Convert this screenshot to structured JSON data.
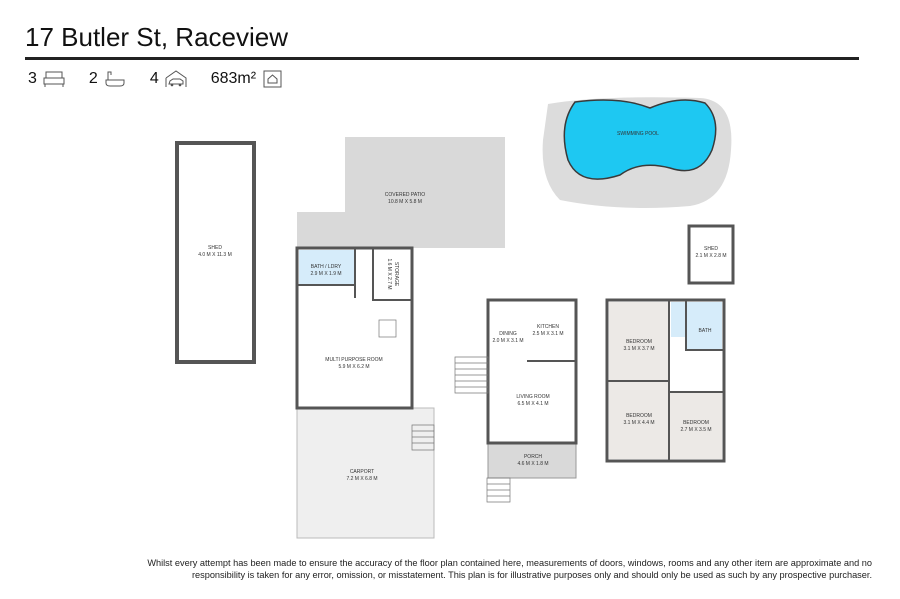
{
  "title": "17 Butler St, Raceview",
  "stats": {
    "bedrooms": "3",
    "bathrooms": "2",
    "parking": "4",
    "land_area": "683m²"
  },
  "rooms": {
    "shed_large": {
      "name": "SHED",
      "dims": "4.0 M X 11.3 M"
    },
    "covered_patio": {
      "name": "COVERED PATIO",
      "dims": "10.8 M X 5.8 M"
    },
    "bath_lndry": {
      "name": "BATH / LDRY",
      "dims": "2.9 M X 1.9 M"
    },
    "storage": {
      "name": "STORAGE",
      "dims": "1.6 M X 2.7 M"
    },
    "multi_purpose": {
      "name": "MULTI PURPOSE ROOM",
      "dims": "5.9 M X 6.2 M"
    },
    "carport": {
      "name": "CARPORT",
      "dims": "7.2 M X 6.8 M"
    },
    "dining": {
      "name": "DINING",
      "dims": "2.0 M X 3.1 M"
    },
    "kitchen": {
      "name": "KITCHEN",
      "dims": "2.5 M X 3.1 M"
    },
    "living": {
      "name": "LIVING ROOM",
      "dims": "6.5 M X 4.1 M"
    },
    "porch": {
      "name": "PORCH",
      "dims": "4.6 M X 1.8 M"
    },
    "bedroom1": {
      "name": "BEDROOM",
      "dims": "3.1 M X 3.7 M"
    },
    "bath": {
      "name": "BATH"
    },
    "bedroom2": {
      "name": "BEDROOM",
      "dims": "3.1 M X 4.4 M"
    },
    "bedroom3": {
      "name": "BEDROOM",
      "dims": "2.7 M X 3.5 M"
    },
    "shed_small": {
      "name": "SHED",
      "dims": "2.1 M X 2.8 M"
    },
    "pool": {
      "name": "SWIMMING POOL"
    }
  },
  "disclaimer": "Whilst every attempt has been made to ensure the accuracy of the floor plan contained here, measurements of doors, windows, rooms and any other item are approximate and no responsibility is taken for any error, omission, or misstatement. This plan is for illustrative purposes only and should only be used as such by any prospective purchaser."
}
